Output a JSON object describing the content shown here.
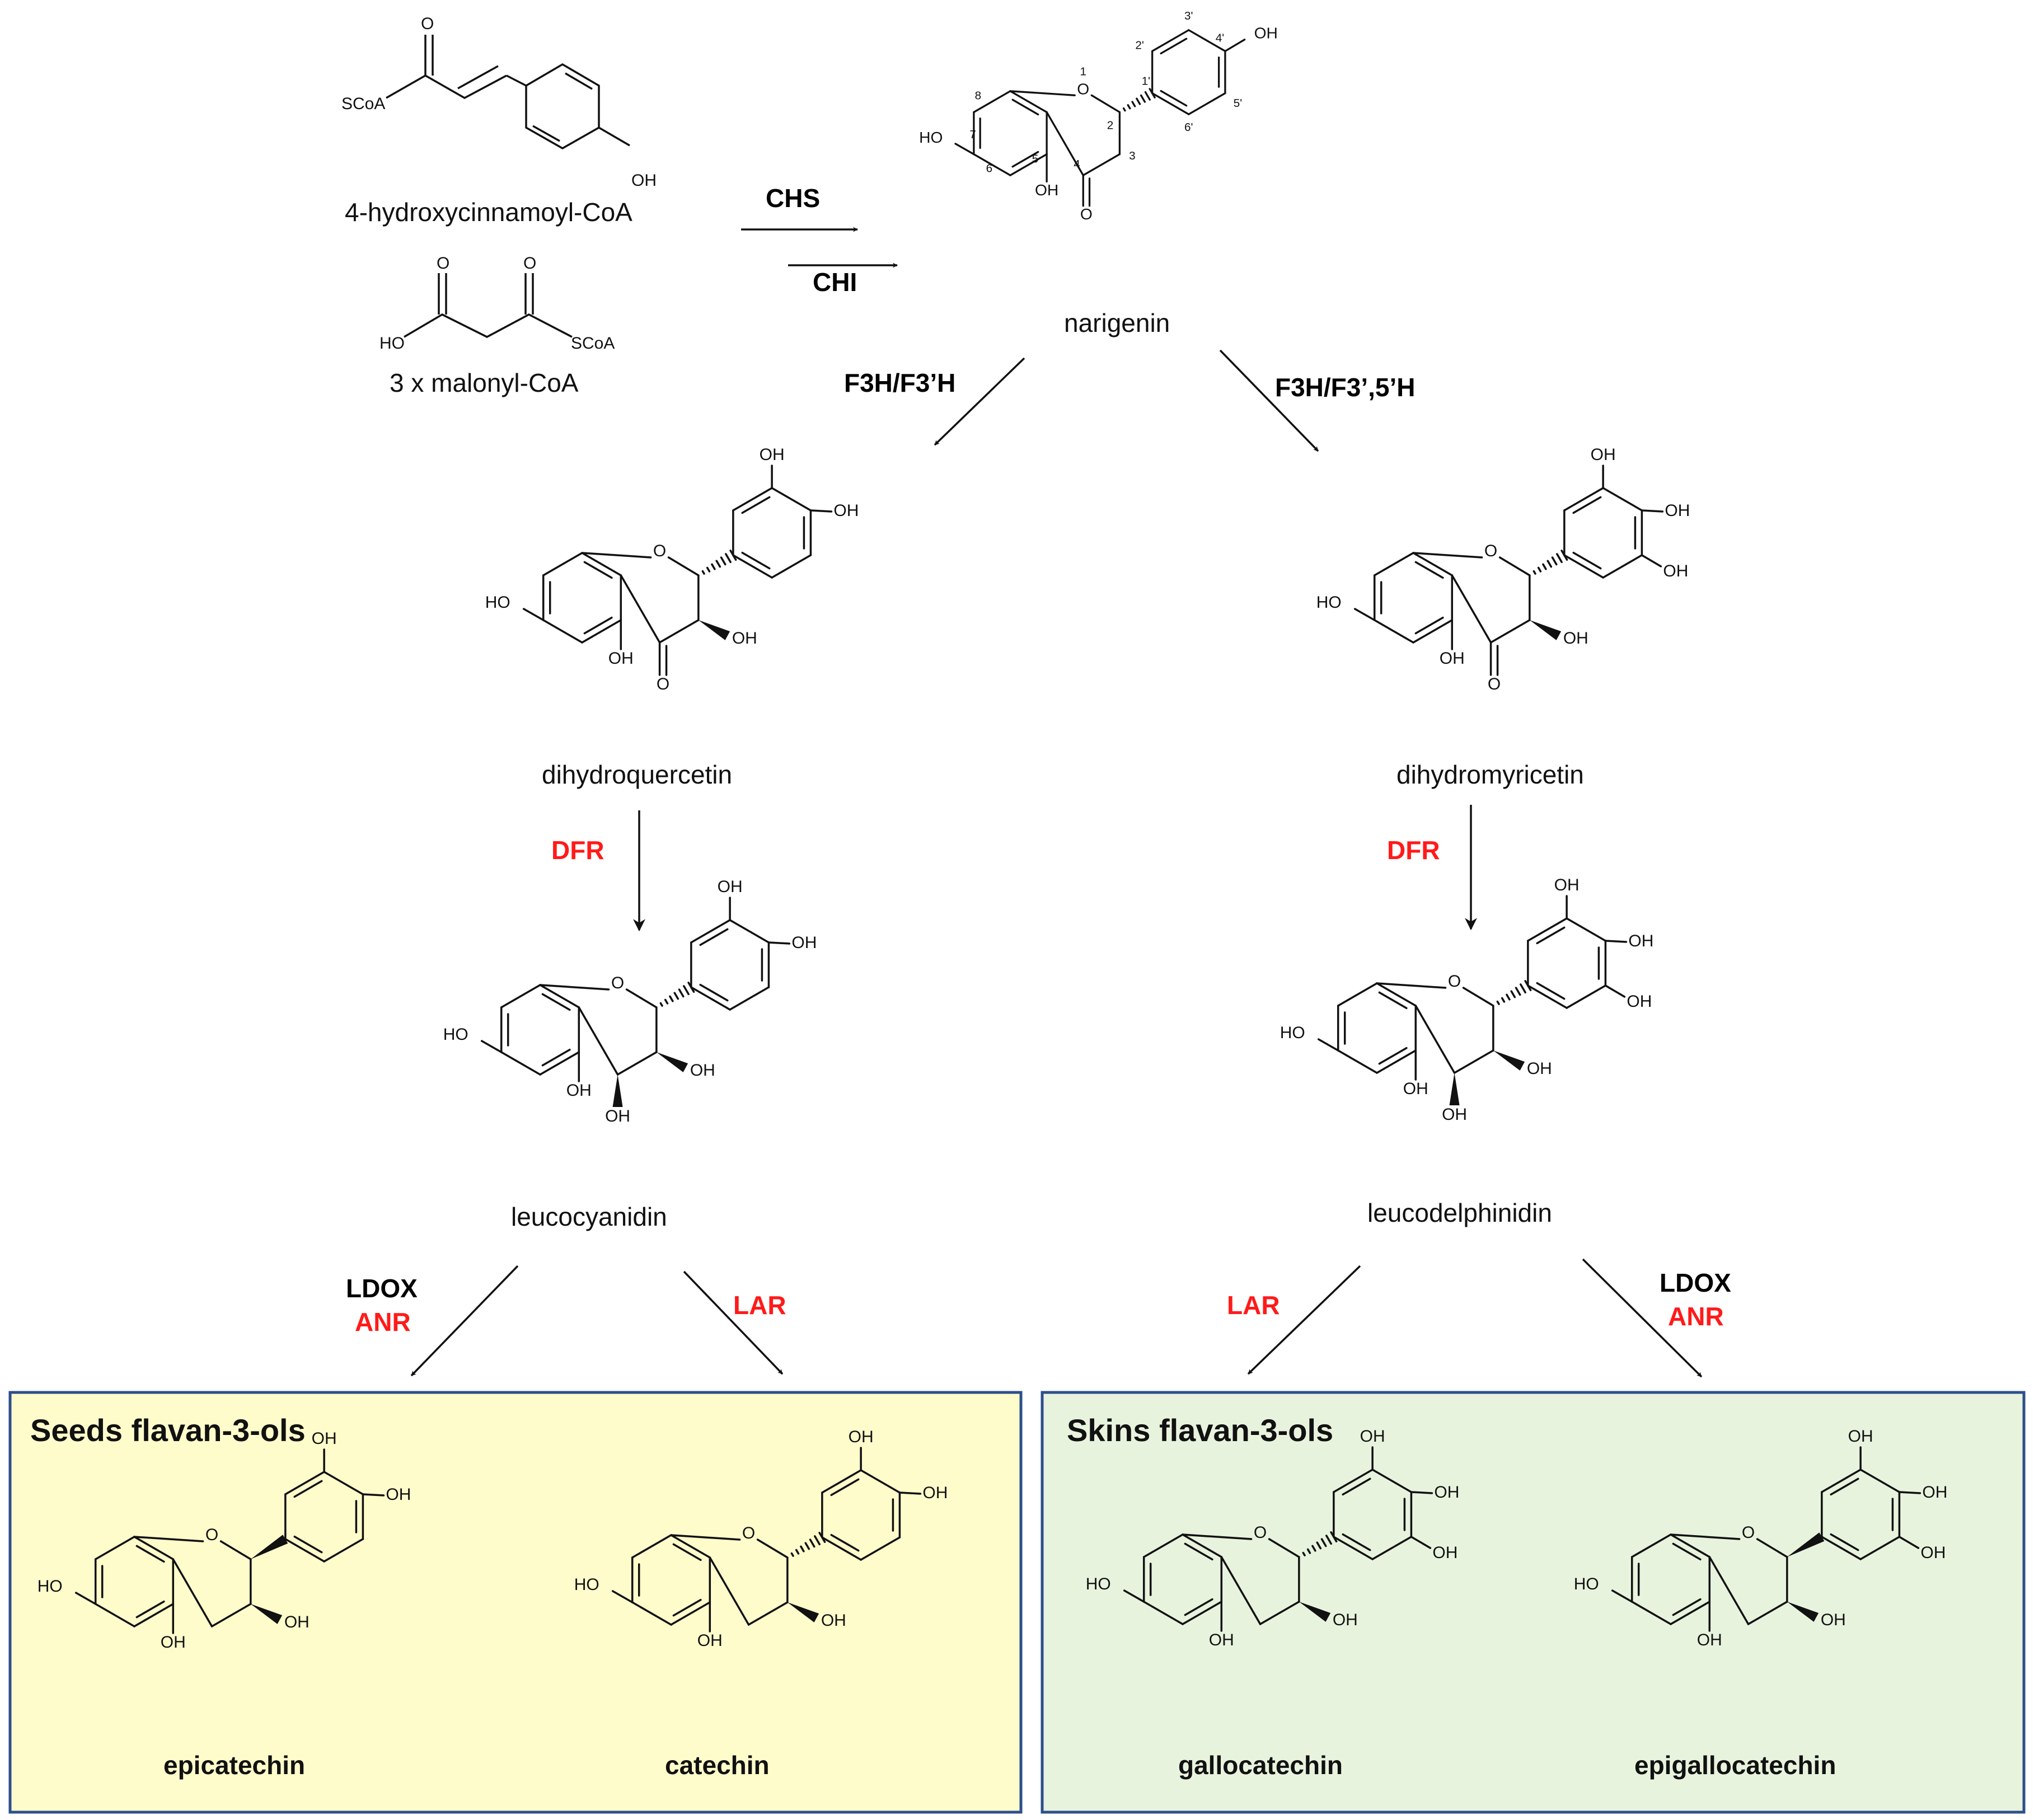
{
  "colors": {
    "enzyme_black": "#000000",
    "enzyme_red": "#ff1a1a",
    "seeds_fill": "#fefccb",
    "skins_fill": "#e8f3de",
    "box_border": "#2d4f8c",
    "bond": "#111111"
  },
  "precursors": {
    "cinnamoyl_name": "4-hydroxycinnamoyl-CoA",
    "malonyl_name": "3 x malonyl-CoA",
    "scoa": "SCoA",
    "oh": "OH",
    "ho": "HO",
    "o": "O"
  },
  "atoms": {
    "oh": "OH",
    "ho": "HO",
    "o": "O"
  },
  "numbering": {
    "n1": "1",
    "n2": "2",
    "n3": "3",
    "n4": "4",
    "n5": "5",
    "n6": "6",
    "n7": "7",
    "n8": "8",
    "n1p": "1'",
    "n2p": "2'",
    "n3p": "3'",
    "n4p": "4'",
    "n5p": "5'",
    "n6p": "6'"
  },
  "compounds": {
    "naringenin": "narigenin",
    "dihydroquercetin": "dihydroquercetin",
    "dihydromyricetin": "dihydromyricetin",
    "leucocyanidin": "leucocyanidin",
    "leucodelphinidin": "leucodelphinidin"
  },
  "enzymes": {
    "chs": "CHS",
    "chi": "CHI",
    "f3h_left": "F3H/F3’H",
    "f3h_right": "F3H/F3’,5’H",
    "dfr": "DFR",
    "ldox": "LDOX",
    "anr": "ANR",
    "lar": "LAR"
  },
  "seeds_box": {
    "title": "Seeds flavan-3-ols",
    "products": [
      "epicatechin",
      "catechin"
    ]
  },
  "skins_box": {
    "title": "Skins flavan-3-ols",
    "products": [
      "gallocatechin",
      "epigallocatechin"
    ]
  }
}
